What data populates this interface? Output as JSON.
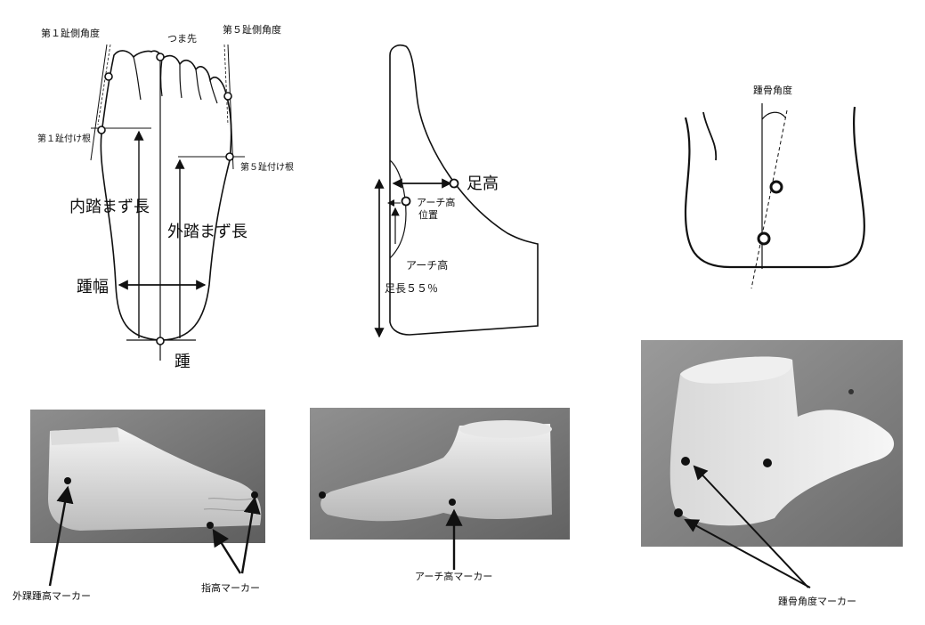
{
  "foot_outline": {
    "first_toe_angle": "第１趾側角度",
    "toe_tip": "つま先",
    "fifth_toe_angle": "第５趾側角度",
    "first_toe_base": "第１趾付け根",
    "fifth_toe_base": "第５趾付け根",
    "inner_ball_length": "内踏まず長",
    "outer_ball_length": "外踏まず長",
    "heel_width": "踵幅",
    "heel": "踵"
  },
  "side_profile": {
    "foot_height": "足高",
    "arch_height_position_line1": "アーチ高",
    "arch_height_position_line2": "位置",
    "arch_height": "アーチ高",
    "foot_length_55": "足長５５％"
  },
  "heel_rear": {
    "calcaneus_angle": "踵骨角度"
  },
  "photos": {
    "lateral_malleolus_marker": "外踝踵高マーカー",
    "toe_height_marker": "指高マーカー",
    "arch_height_marker": "アーチ高マーカー",
    "calcaneus_angle_marker": "踵骨角度マーカー"
  }
}
